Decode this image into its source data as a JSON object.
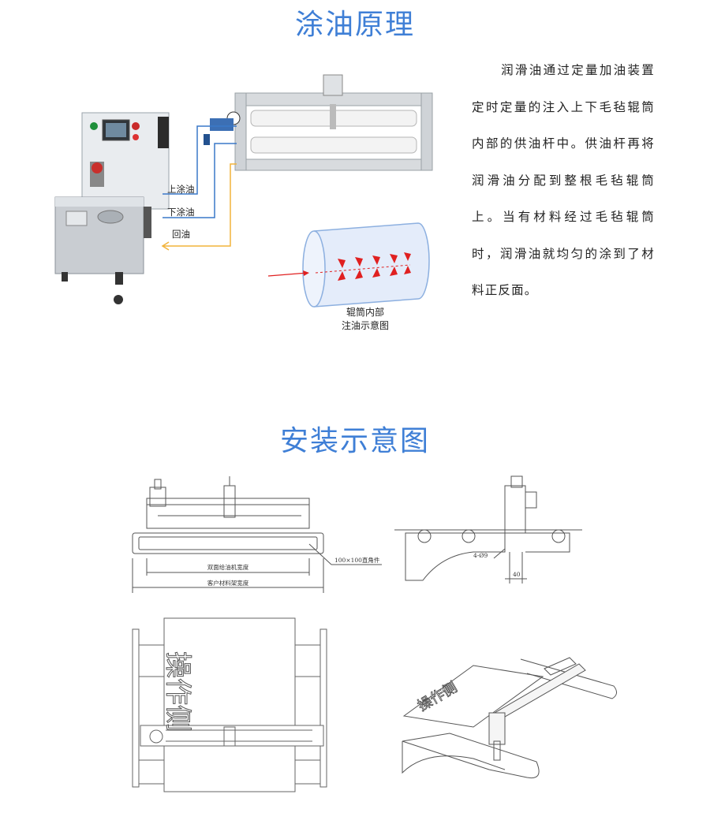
{
  "section1": {
    "title": "涂油原理",
    "description": "润滑油通过定量加油装置定时定量的注入上下毛毡辊筒内部的供油杆中。供油杆再将润滑油分配到整根毛毡辊筒上。当有材料经过毛毡辊筒时，润滑油就均匀的涂到了材料正反面。",
    "labels": {
      "upper_oil": "上涂油",
      "lower_oil": "下涂油",
      "return_oil": "回油"
    },
    "roller_caption_line1": "辊筒内部",
    "roller_caption_line2": "注油示意图"
  },
  "section2": {
    "title": "安装示意图",
    "dim_machine_width": "双面给油机宽度",
    "dim_rack_width": "客户材料架宽度",
    "angle_note": "100×100直角件",
    "hole_note": "4-Ø9",
    "dim_40": "40",
    "operator_side": "操作侧"
  },
  "colors": {
    "title_blue": "#3f7fd6",
    "pipe_blue": "#3a78c8",
    "pipe_yellow": "#f2b33a",
    "arrow_red": "#e02020"
  }
}
